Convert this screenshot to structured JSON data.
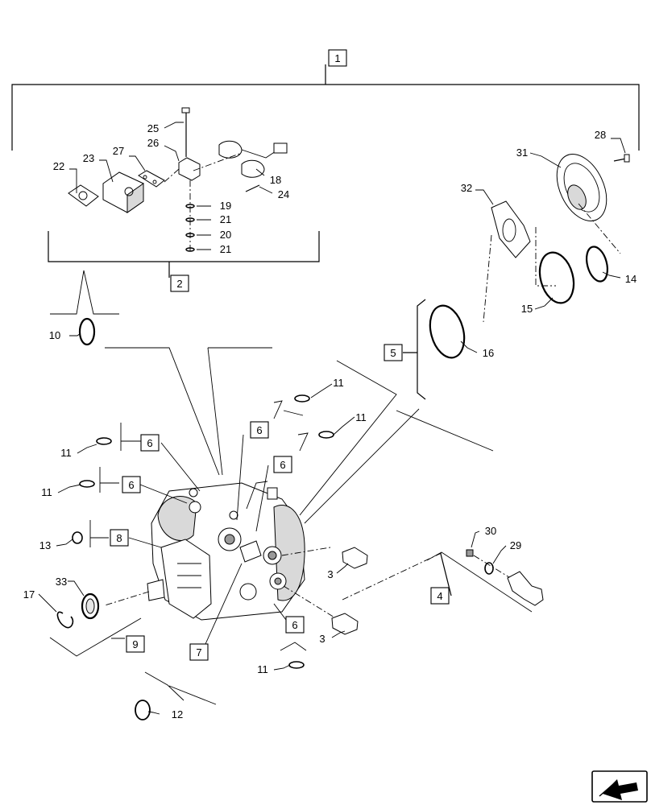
{
  "callouts": [
    {
      "id": "c1",
      "text": "1",
      "boxed": true
    },
    {
      "id": "c2",
      "text": "2",
      "boxed": true
    },
    {
      "id": "c3a",
      "text": "3",
      "boxed": false
    },
    {
      "id": "c3b",
      "text": "3",
      "boxed": false
    },
    {
      "id": "c4",
      "text": "4",
      "boxed": true
    },
    {
      "id": "c5",
      "text": "5",
      "boxed": true
    },
    {
      "id": "c6a",
      "text": "6",
      "boxed": true
    },
    {
      "id": "c6b",
      "text": "6",
      "boxed": true
    },
    {
      "id": "c6c",
      "text": "6",
      "boxed": true
    },
    {
      "id": "c6d",
      "text": "6",
      "boxed": true
    },
    {
      "id": "c6e",
      "text": "6",
      "boxed": true
    },
    {
      "id": "c7",
      "text": "7",
      "boxed": true
    },
    {
      "id": "c8",
      "text": "8",
      "boxed": true
    },
    {
      "id": "c9",
      "text": "9",
      "boxed": true
    },
    {
      "id": "c10",
      "text": "10",
      "boxed": false
    },
    {
      "id": "c11a",
      "text": "11",
      "boxed": false
    },
    {
      "id": "c11b",
      "text": "11",
      "boxed": false
    },
    {
      "id": "c11c",
      "text": "11",
      "boxed": false
    },
    {
      "id": "c11d",
      "text": "11",
      "boxed": false
    },
    {
      "id": "c11e",
      "text": "11",
      "boxed": false
    },
    {
      "id": "c12",
      "text": "12",
      "boxed": false
    },
    {
      "id": "c13",
      "text": "13",
      "boxed": false
    },
    {
      "id": "c14",
      "text": "14",
      "boxed": false
    },
    {
      "id": "c15",
      "text": "15",
      "boxed": false
    },
    {
      "id": "c16",
      "text": "16",
      "boxed": false
    },
    {
      "id": "c17",
      "text": "17",
      "boxed": false
    },
    {
      "id": "c18",
      "text": "18",
      "boxed": false
    },
    {
      "id": "c19",
      "text": "19",
      "boxed": false
    },
    {
      "id": "c20",
      "text": "20",
      "boxed": false
    },
    {
      "id": "c21a",
      "text": "21",
      "boxed": false
    },
    {
      "id": "c21b",
      "text": "21",
      "boxed": false
    },
    {
      "id": "c22",
      "text": "22",
      "boxed": false
    },
    {
      "id": "c23",
      "text": "23",
      "boxed": false
    },
    {
      "id": "c24",
      "text": "24",
      "boxed": false
    },
    {
      "id": "c25",
      "text": "25",
      "boxed": false
    },
    {
      "id": "c26",
      "text": "26",
      "boxed": false
    },
    {
      "id": "c27",
      "text": "27",
      "boxed": false
    },
    {
      "id": "c28",
      "text": "28",
      "boxed": false
    },
    {
      "id": "c29",
      "text": "29",
      "boxed": false
    },
    {
      "id": "c30",
      "text": "30",
      "boxed": false
    },
    {
      "id": "c31",
      "text": "31",
      "boxed": false
    },
    {
      "id": "c32",
      "text": "32",
      "boxed": false
    },
    {
      "id": "c33",
      "text": "33",
      "boxed": false
    }
  ],
  "nav_icon": "arrow-navigation-icon"
}
